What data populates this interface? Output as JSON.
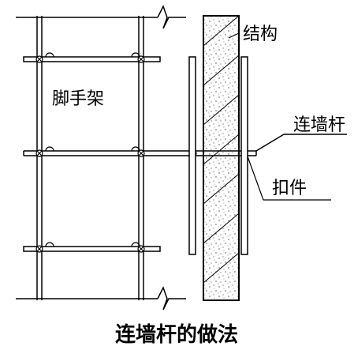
{
  "labels": {
    "structure": "结构",
    "scaffold": "脚手架",
    "wall_tie": "连墙杆",
    "coupler": "扣件"
  },
  "caption": "连墙杆的做法",
  "colors": {
    "ink": "#000000",
    "background": "#ffffff"
  }
}
